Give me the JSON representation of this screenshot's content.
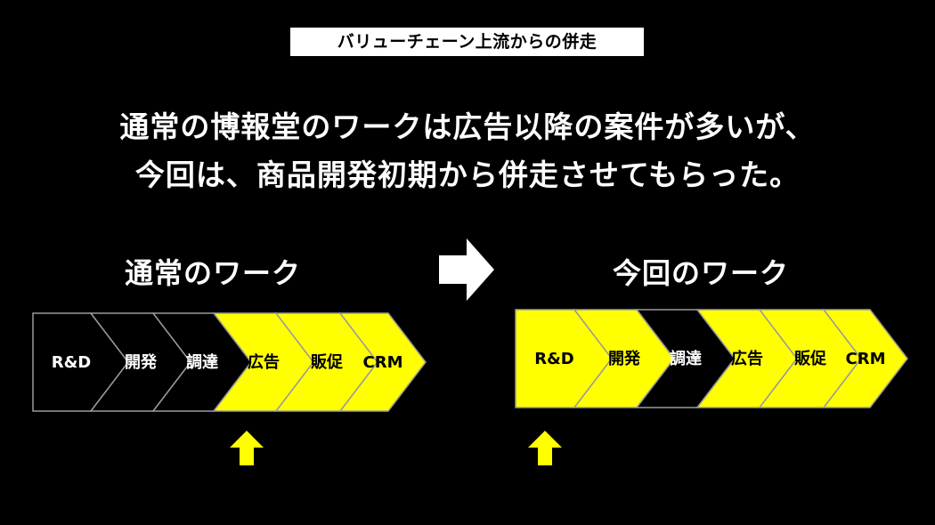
{
  "tag_label": "バリューチェーン上流からの併走",
  "headline": {
    "line1": "通常の博報堂のワークは広告以降の案件が多いが、",
    "line2": "今回は、商品開発初期から併走させてもらった。"
  },
  "left": {
    "title": "通常のワーク",
    "steps": [
      {
        "label": "R&D",
        "active": false
      },
      {
        "label": "開発",
        "active": false
      },
      {
        "label": "調達",
        "active": false
      },
      {
        "label": "広告",
        "active": true
      },
      {
        "label": "販促",
        "active": true
      },
      {
        "label": "CRM",
        "active": true
      }
    ]
  },
  "right": {
    "title": "今回のワーク",
    "steps": [
      {
        "label": "R&D",
        "active": true
      },
      {
        "label": "開発",
        "active": true
      },
      {
        "label": "調達",
        "active": false
      },
      {
        "label": "広告",
        "active": true
      },
      {
        "label": "販促",
        "active": true
      },
      {
        "label": "CRM",
        "active": true
      }
    ]
  },
  "colors": {
    "active": "#ffff00",
    "inactive": "#000000",
    "stroke": "#9a9a9a",
    "active_text": "#000000",
    "inactive_text": "#ffffff",
    "pointer": "#ffff00",
    "transition_arrow": "#ffffff"
  },
  "icons": {
    "transition": "right-arrow-icon",
    "pointer": "up-arrow-icon"
  }
}
